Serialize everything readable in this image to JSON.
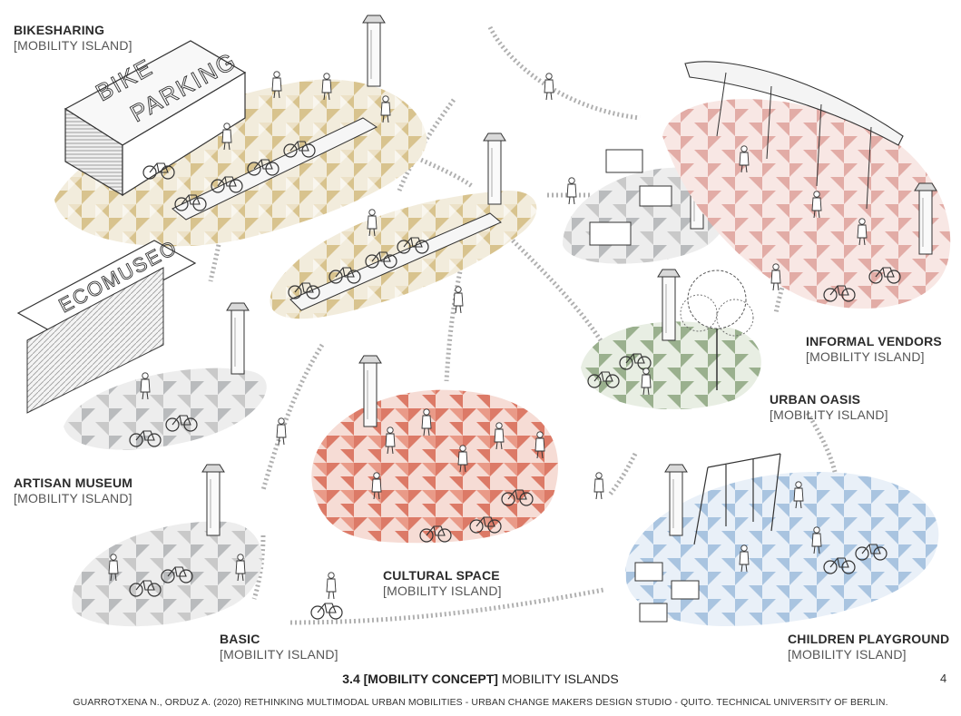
{
  "labels": {
    "bikesharing": {
      "title": "BIKESHARING",
      "subtitle": "[MOBILITY ISLAND]"
    },
    "artisan_museum": {
      "title": "ARTISAN MUSEUM",
      "subtitle": "[MOBILITY ISLAND]"
    },
    "basic": {
      "title": "BASIC",
      "subtitle": "[MOBILITY ISLAND]"
    },
    "cultural_space": {
      "title": "CULTURAL SPACE",
      "subtitle": "[MOBILITY ISLAND]"
    },
    "urban_oasis": {
      "title": "URBAN OASIS",
      "subtitle": "[MOBILITY ISLAND]"
    },
    "informal_vendors": {
      "title": "INFORMAL VENDORS",
      "subtitle": "[MOBILITY ISLAND]"
    },
    "children_playground": {
      "title": "CHILDREN PLAYGROUND",
      "subtitle": "[MOBILITY ISLAND]"
    }
  },
  "building_signs": {
    "bike": "BIKE",
    "parking": "PARKING",
    "ecomuseo": "ECOMUSEO"
  },
  "caption": {
    "bold": "3.4 [MOBILITY CONCEPT]",
    "rest": "MOBILITY ISLANDS",
    "page_number": "4"
  },
  "credit": "GUARROTXENA N., ORDUZ A. (2020) RETHINKING MULTIMODAL URBAN MOBILITIES - URBAN CHANGE MAKERS DESIGN STUDIO - QUITO. TECHNICAL UNIVERSITY OF BERLIN.",
  "colors": {
    "bikesharing_ground": "#d8c38e",
    "artisan_ground": "#b9bbbd",
    "basic_ground": "#c2c2c2",
    "cultural_ground": "#dc7a67",
    "oasis_ground": "#9ab08e",
    "vendors_ground": "#e2aca6",
    "playground_ground": "#a9c4e0",
    "center_ground": "#d8c38e",
    "top_right_ground": "#bdbdbd",
    "line": "#3a3a3a",
    "path_dots": "#b0b0b0"
  }
}
